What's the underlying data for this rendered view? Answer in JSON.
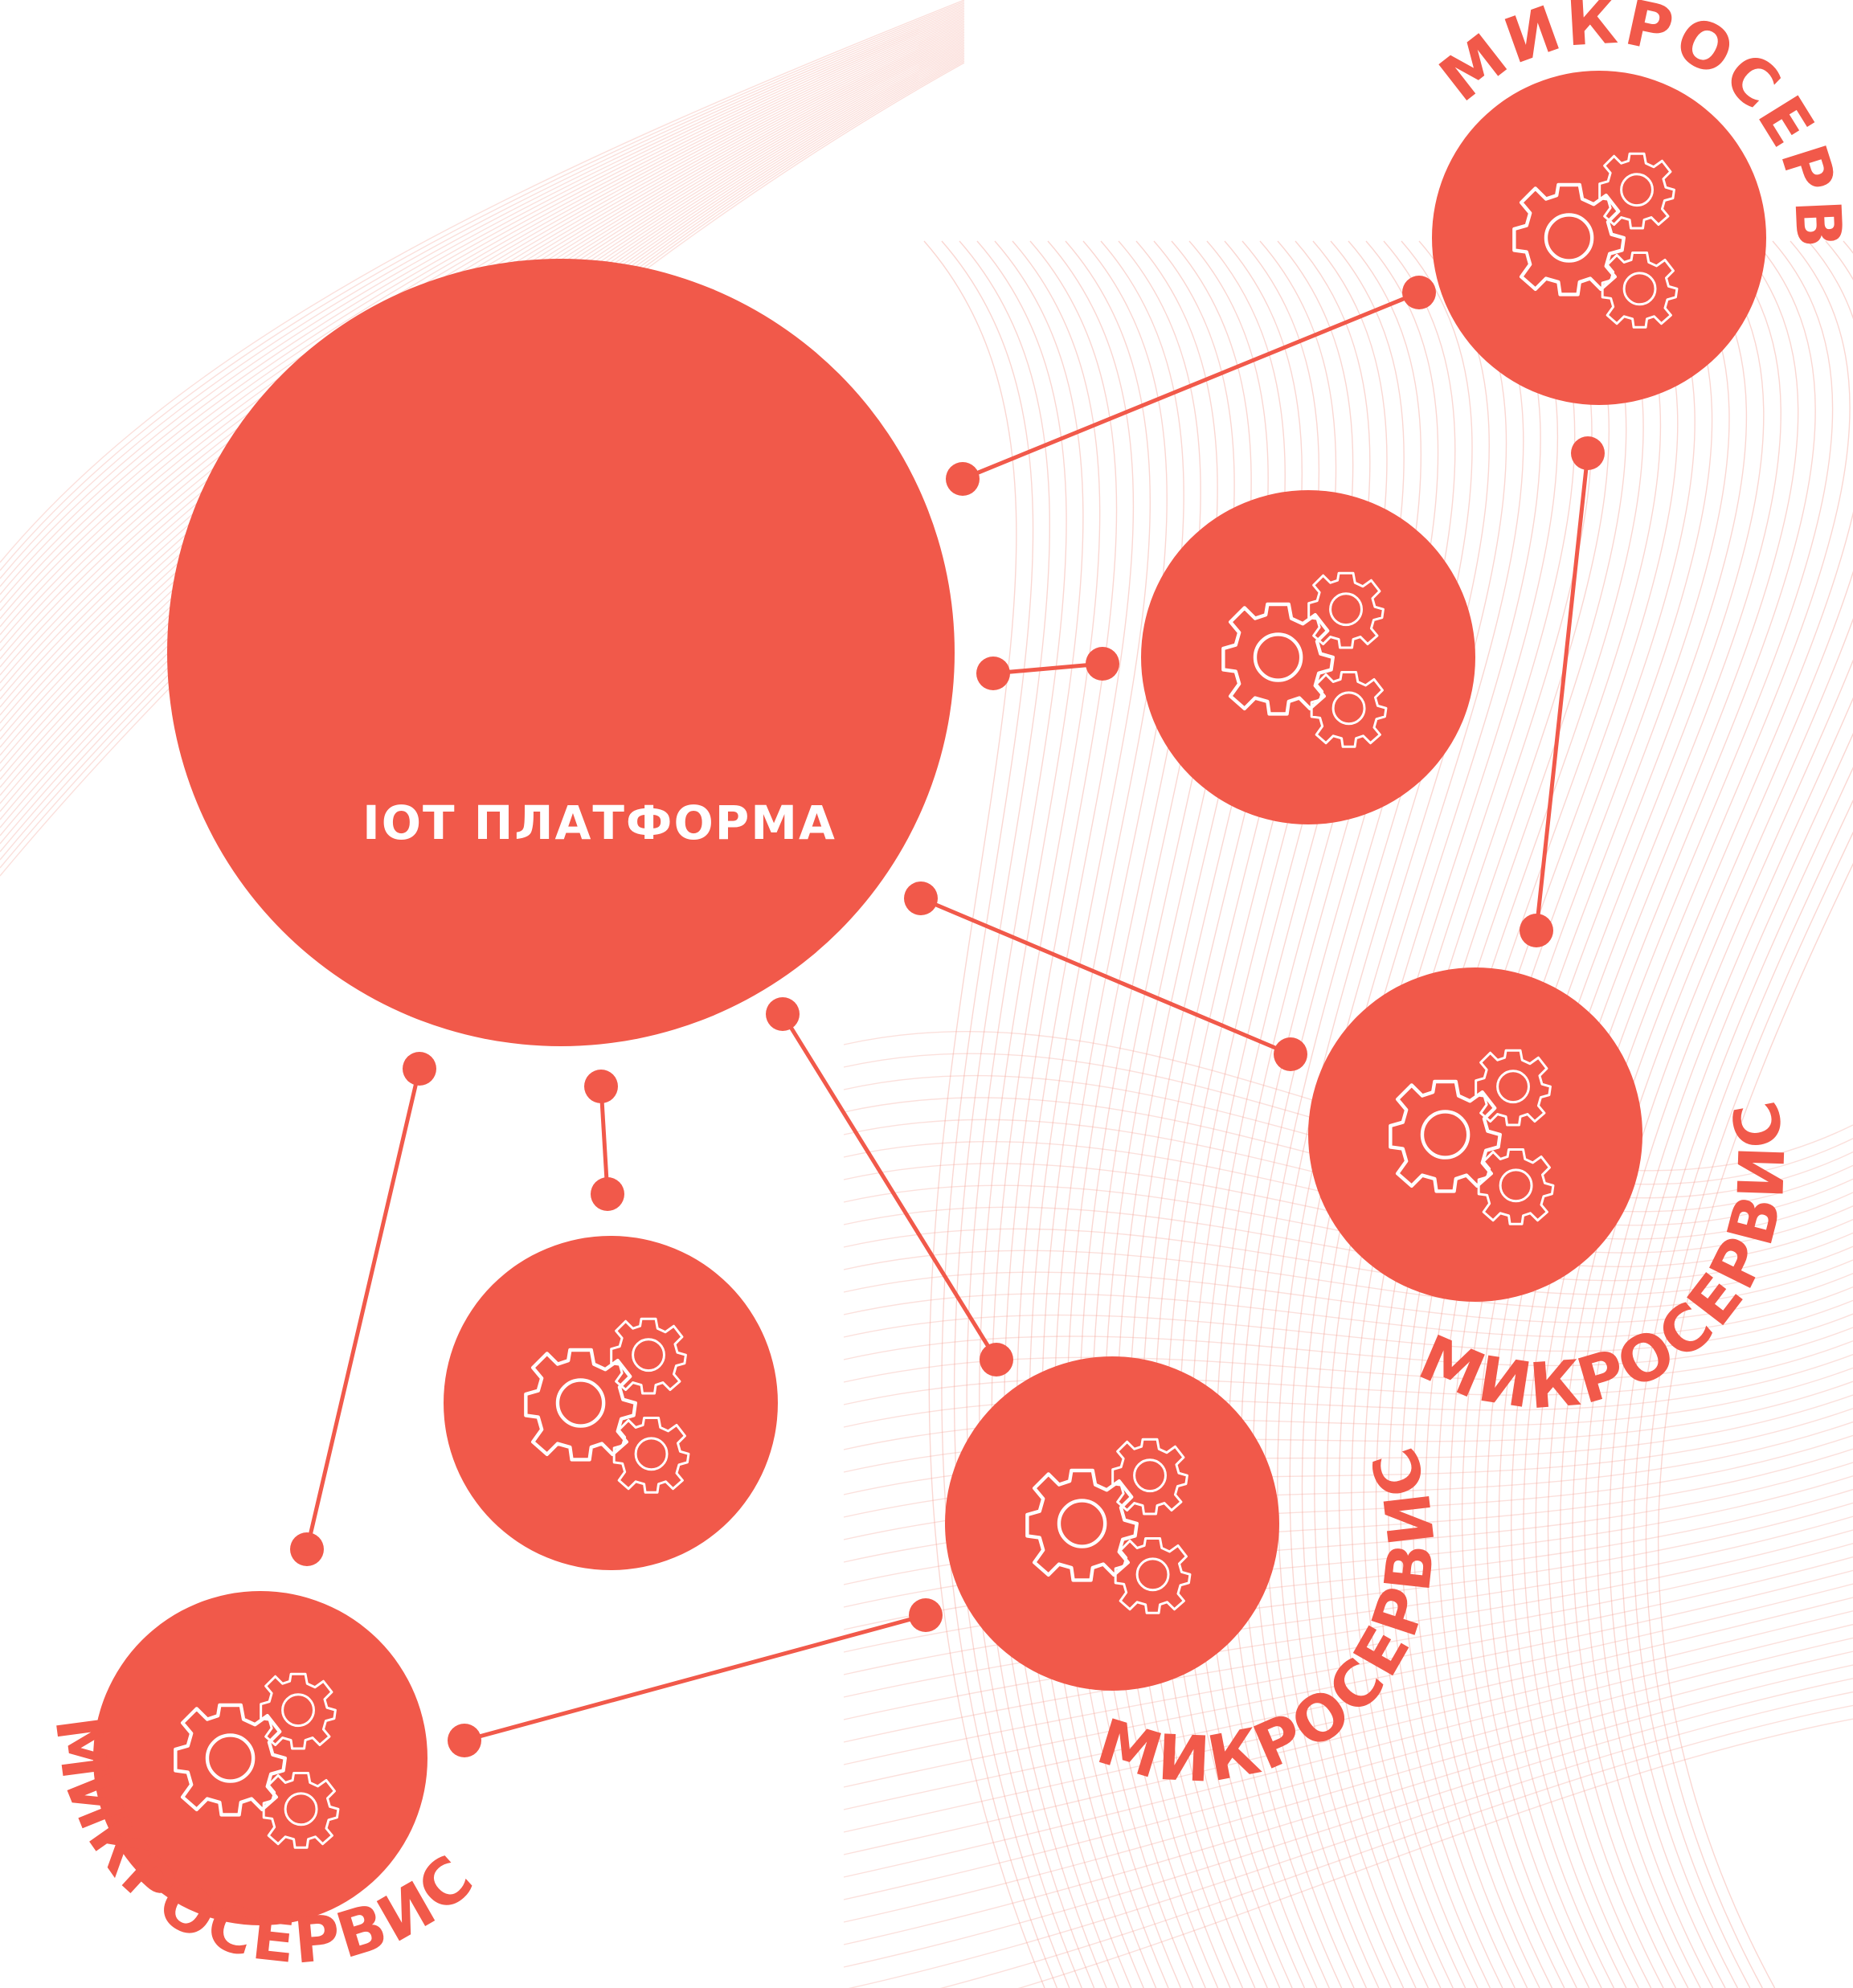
{
  "colors": {
    "accent": "#f1594a",
    "pattern": "#f4a69c",
    "background": "#ffffff",
    "gear_stroke": "#ffffff"
  },
  "hub": {
    "label": "IOT ПЛАТФОРМА",
    "name": "iot-platform"
  },
  "services": [
    {
      "id": "service-top-right",
      "label": "МИКРОСЕРВИС",
      "icon": "gears-icon"
    },
    {
      "id": "service-middle",
      "label": "",
      "icon": "gears-icon"
    },
    {
      "id": "service-right",
      "label": "МИКРОСЕРВИС",
      "icon": "gears-icon"
    },
    {
      "id": "service-center-bottom",
      "label": "",
      "icon": "gears-icon"
    },
    {
      "id": "service-bottom-middle",
      "label": "МИКРОСЕРВИС",
      "icon": "gears-icon"
    },
    {
      "id": "service-bottom-left",
      "label": "МИКРОСЕРВИС",
      "icon": "gears-icon"
    }
  ],
  "connections": [
    {
      "from": "iot-platform",
      "to": "service-top-right"
    },
    {
      "from": "iot-platform",
      "to": "service-middle"
    },
    {
      "from": "iot-platform",
      "to": "service-right"
    },
    {
      "from": "iot-platform",
      "to": "service-bottom-middle"
    },
    {
      "from": "iot-platform",
      "to": "service-center-bottom"
    },
    {
      "from": "iot-platform",
      "to": "service-bottom-left"
    },
    {
      "from": "service-top-right",
      "to": "service-right"
    },
    {
      "from": "service-bottom-middle",
      "to": "service-bottom-left"
    }
  ]
}
